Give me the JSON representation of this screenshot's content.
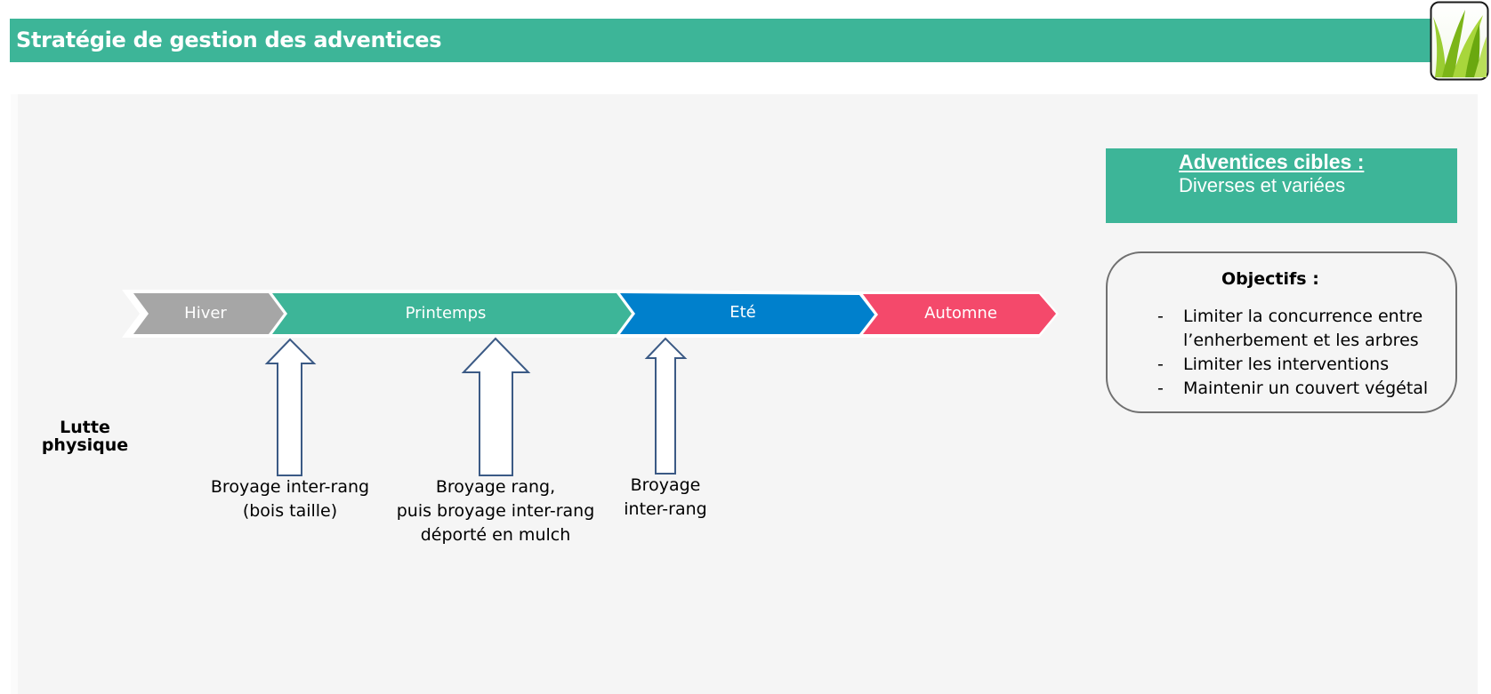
{
  "header": {
    "title": "Stratégie de gestion des adventices"
  },
  "seasons": [
    {
      "label": "Hiver",
      "color": "#a6a6a6"
    },
    {
      "label": "Printemps",
      "color": "#3db598"
    },
    {
      "label": "Eté",
      "color": "#0080cc"
    },
    {
      "label": "Automne",
      "color": "#f4496b"
    }
  ],
  "row_label": "Lutte\nphysique",
  "actions": [
    {
      "text": "Broyage inter-rang\n(bois taille)"
    },
    {
      "text": "Broyage rang,\npuis broyage inter-rang\ndéporté en mulch"
    },
    {
      "text": "Broyage\ninter-rang"
    }
  ],
  "targets": {
    "title": "Adventices cibles :",
    "value": "Diverses et variées"
  },
  "objectives": {
    "title": "Objectifs :",
    "items": [
      "Limiter la concurrence entre l’enherbement et les arbres",
      "Limiter les interventions",
      "Maintenir un couvert végétal"
    ]
  },
  "colors": {
    "accent": "#3db598",
    "arrow_stroke": "#3b5a85"
  },
  "icons": {
    "logo": "grass-logo-icon",
    "arrow": "up-arrow-icon"
  }
}
